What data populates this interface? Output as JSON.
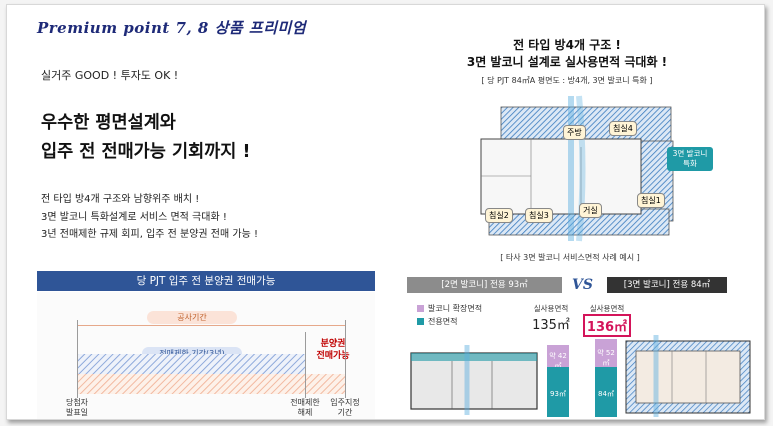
{
  "header": {
    "title": "Premium point 7, 8 상품 프리미엄"
  },
  "left": {
    "subtitle": "실거주 GOOD ! 투자도 OK !",
    "headline_1": "우수한 평면설계와",
    "headline_2": "입주 전 전매가능 기회까지 !",
    "bullets": [
      "전 타입 방4개 구조와 남향위주 배치 !",
      "3면 발코니 특화설계로 서비스 면적 극대화 !",
      "3년 전매제한 규제 회피, 입주 전 분양권 전매 가능 !"
    ]
  },
  "timeline": {
    "title": "당 PJT 입주 전 분양권 전매가능",
    "construction": "공사기간",
    "restriction": "전매제한 기간(3년)",
    "resale": "분양권\n전매가능",
    "labels": [
      {
        "text": "당첨자\n발표일"
      },
      {
        "text": "전매제한\n해제"
      },
      {
        "text": "입주지정\n기간"
      }
    ],
    "colors": {
      "bar": "#2f5597",
      "construction": "#f2b9a0",
      "restriction": "#8ea9db",
      "resale": "#c00000"
    }
  },
  "right": {
    "callout_1": "전 타입 방4개 구조 !",
    "callout_2": "3면 발코니 설계로 실사용면적 극대화 !",
    "callout_sub": "[ 당 PJT 84㎡A 평면도 : 방4개, 3면 발코니 특화 ]",
    "rooms": [
      "침실4",
      "침실2",
      "침실3",
      "침실1",
      "주방",
      "거실"
    ],
    "balcony_tag": "3면 발코니\n특화",
    "caption": "[ 타사 3면 발코니 서비스면적 사례 예시 ]"
  },
  "compare": {
    "left_tag": "[2면 발코니] 전용 93㎡",
    "vs": "VS",
    "right_tag": "[3면 발코니] 전용 84㎡",
    "legend": [
      {
        "label": "발코니 확장면적",
        "color": "#c9a2d6"
      },
      {
        "label": "전용면적",
        "color": "#1f9aa6"
      }
    ],
    "left_area": {
      "label": "실사용면적",
      "value": "135㎡"
    },
    "right_area": {
      "label": "실사용면적",
      "value": "136㎡"
    },
    "left_bar": {
      "top": "약 42㎡",
      "bottom": "93㎡"
    },
    "right_bar": {
      "top": "약 52㎡",
      "bottom": "84㎡"
    },
    "colors": {
      "left_tag": "#8c8c8c",
      "right_tag": "#333333",
      "highlight": "#d4145a"
    }
  }
}
